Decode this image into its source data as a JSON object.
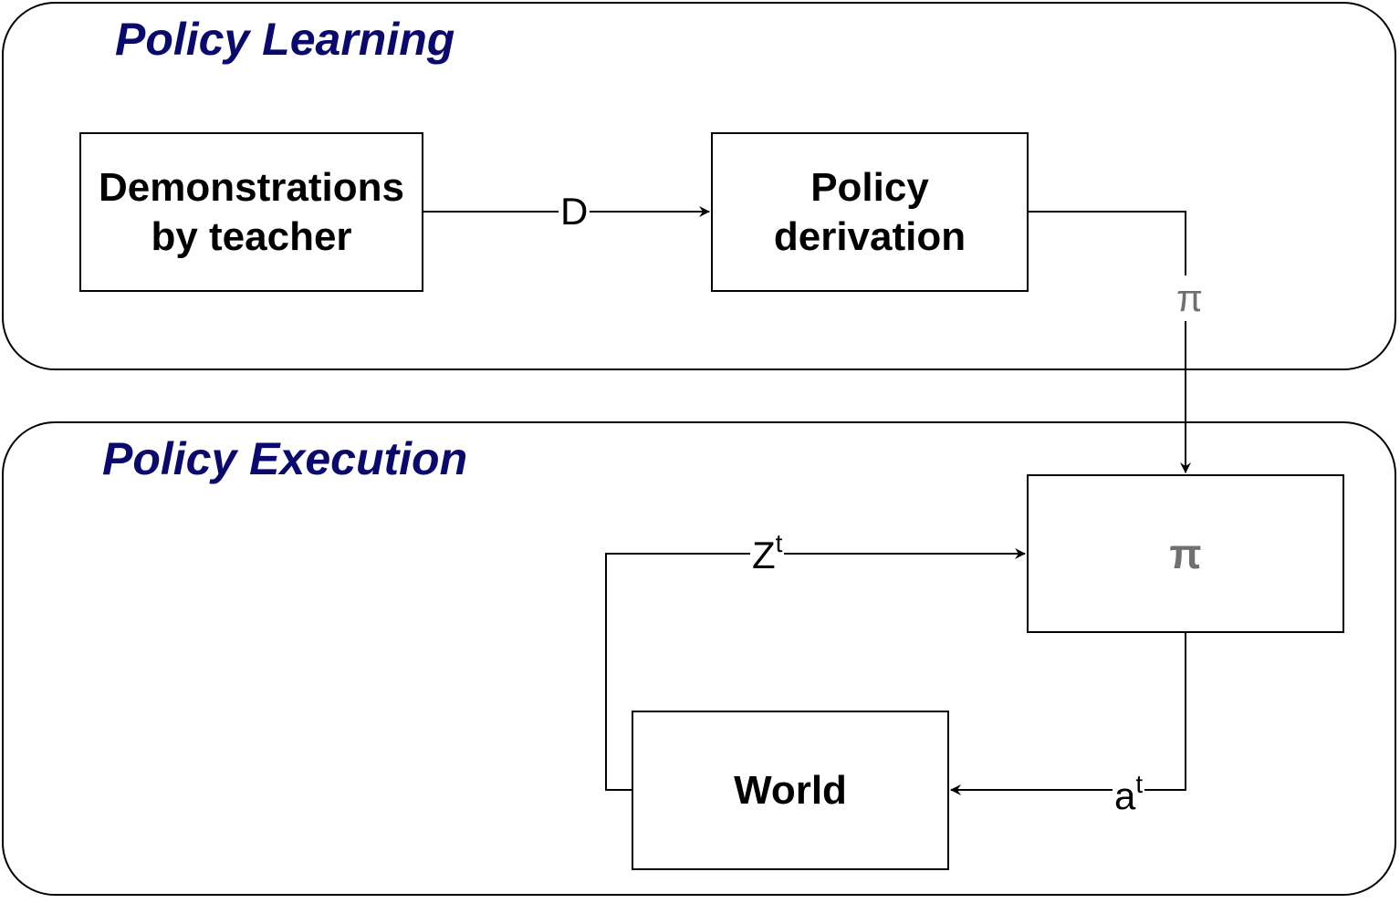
{
  "groups": {
    "learning": {
      "title": "Policy Learning"
    },
    "execution": {
      "title": "Policy Execution"
    }
  },
  "nodes": {
    "demonstrations": {
      "line1": "Demonstrations",
      "line2": "by teacher"
    },
    "derivation": {
      "line1": "Policy",
      "line2": "derivation"
    },
    "policy": {
      "label": "π"
    },
    "world": {
      "label": "World"
    }
  },
  "edges": {
    "demonstrations_to_derivation": {
      "label": "D"
    },
    "derivation_to_policy": {
      "label": "π"
    },
    "world_to_policy": {
      "base": "Z",
      "superscript": "t"
    },
    "policy_to_world": {
      "base": "a",
      "superscript": "t"
    }
  },
  "colors": {
    "group_title": "#0a0a6e",
    "pi_label": "#707070",
    "stroke": "#000000"
  }
}
